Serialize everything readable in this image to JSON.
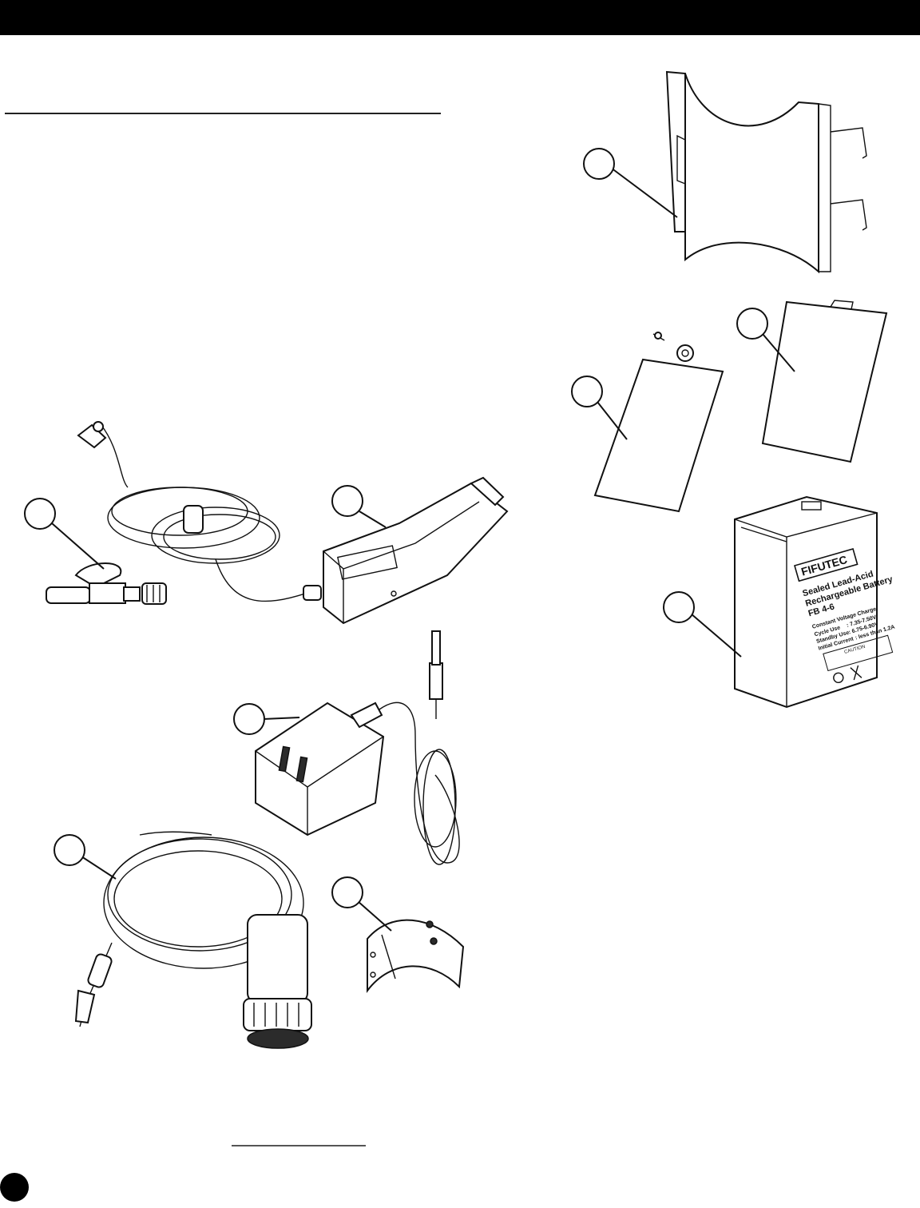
{
  "battery_label": {
    "brand": "FIFUTEC",
    "line1": "Sealed Lead-Acid",
    "line2": "Rechargeable Battery",
    "model": "FB 4-6",
    "charge_heading": "Constant Voltage Charge",
    "cycle_use": "Cycle Use",
    "cycle_value": ": 7.35-7.50V",
    "standby_use": "Standby Use",
    "standby_value": ": 6.75-6.90V",
    "initial_current": "Initial Current",
    "initial_value": ": less than 1.2A",
    "caution": "CAUTION"
  },
  "colors": {
    "ink": "#111111",
    "background": "#ffffff"
  }
}
